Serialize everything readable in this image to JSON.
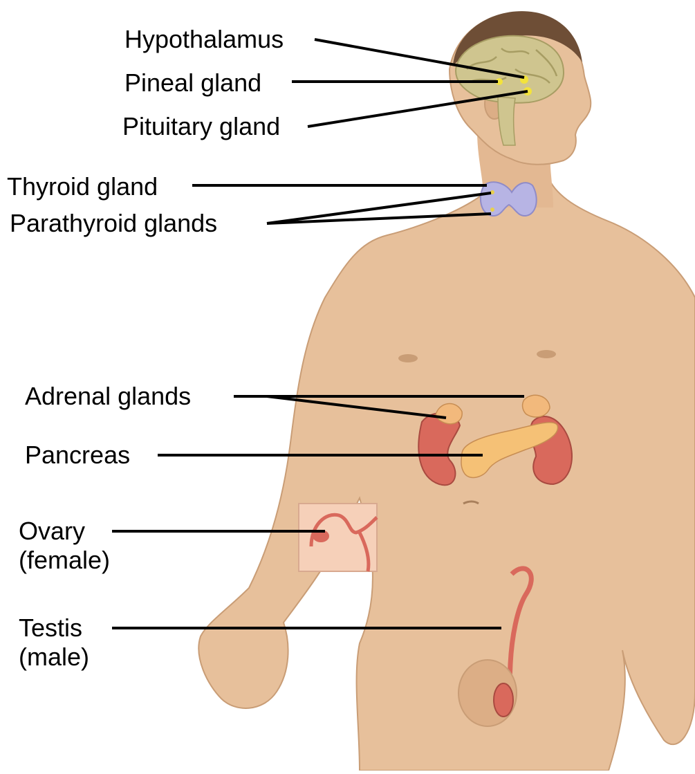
{
  "labels": {
    "hypothalamus": "Hypothalamus",
    "pineal": "Pineal gland",
    "pituitary": "Pituitary gland",
    "thyroid": "Thyroid gland",
    "parathyroid": "Parathyroid glands",
    "adrenal": "Adrenal glands",
    "pancreas": "Pancreas",
    "ovary_line1": "Ovary",
    "ovary_line2": "(female)",
    "testis_line1": "Testis",
    "testis_line2": "(male)"
  },
  "colors": {
    "skin": "#e7c09b",
    "skin_shadow": "#c99d76",
    "brain": "#cfc58f",
    "brain_fold": "#a79d63",
    "hair": "#6e4e36",
    "gland_yellow": "#f3e33b",
    "thyroid": "#b7b4e4",
    "kidney": "#d9695c",
    "adrenal": "#f2b97c",
    "pancreas": "#f5c176",
    "leader_line": "#000000",
    "inset_bg": "#f6d0b9"
  }
}
